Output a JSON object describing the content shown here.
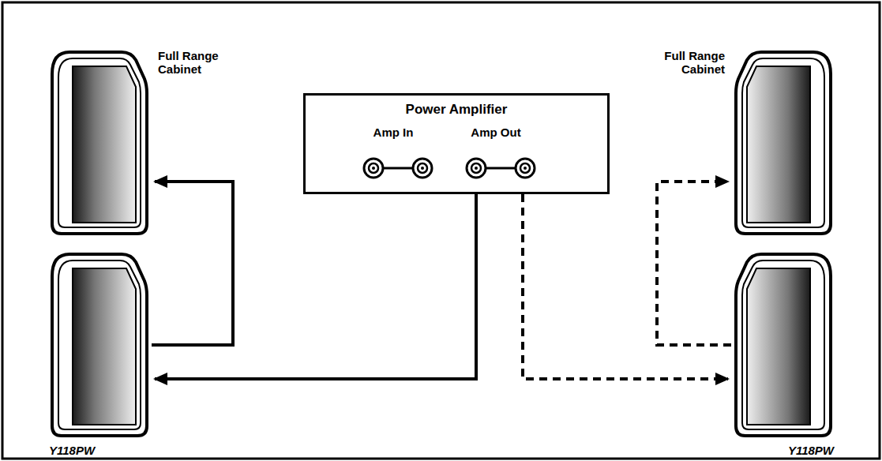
{
  "diagram": {
    "nodes": [
      {
        "text": [
          "Full Range Cabinet"
        ]
      },
      {
        "text": [
          "Power Amplifier",
          "Amp In",
          "Amp Out"
        ]
      },
      {
        "text": [
          "Full Range Cabinet"
        ]
      },
      {
        "text": [
          "Y118PW"
        ]
      },
      {
        "text": [
          "Y118PW"
        ]
      }
    ],
    "edges": [
      {
        "from": 1,
        "to": 3,
        "arrow": "to"
      },
      {
        "from": 3,
        "to": 0,
        "arrow": "to"
      },
      {
        "from": 1,
        "to": 4,
        "arrow": "to"
      },
      {
        "from": 4,
        "to": 2,
        "arrow": "to"
      }
    ]
  }
}
